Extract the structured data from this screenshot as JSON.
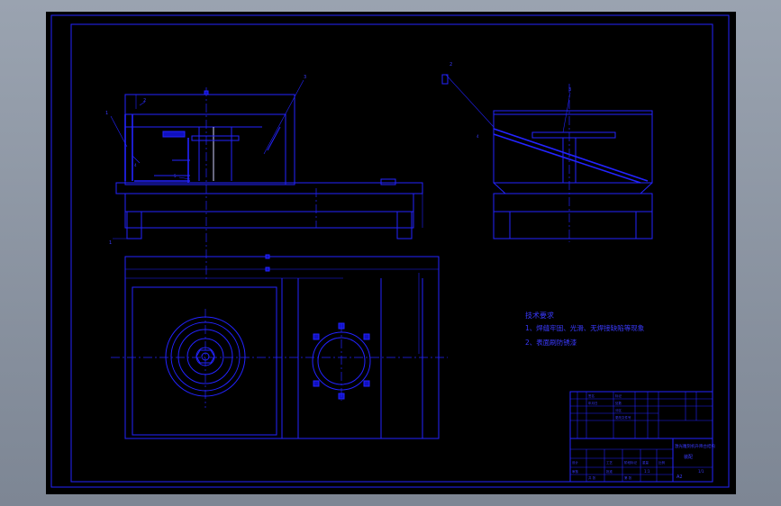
{
  "drawing": {
    "tech_title": "技术要求",
    "tech_line1": "1、焊缝牢固、光滑、无焊接缺陷等现象",
    "tech_line2": "2、表面刷防锈漆",
    "part_labels": [
      "1",
      "2",
      "3",
      "4",
      "5"
    ],
    "title_block": {
      "name": "激光雕刻机升降台结构",
      "subtitle": "装配",
      "scale": "1:1",
      "sheet": "1/1",
      "cells": [
        "标记",
        "处数",
        "分区",
        "更改文件号",
        "签名",
        "年月日",
        "设计",
        "审核",
        "工艺",
        "批准",
        "阶段标记",
        "重量",
        "比例",
        "共 张",
        "第 张",
        "A2"
      ]
    }
  },
  "colors": {
    "background": "#000000",
    "line": "#2323ff",
    "window": "#8a93a1"
  }
}
